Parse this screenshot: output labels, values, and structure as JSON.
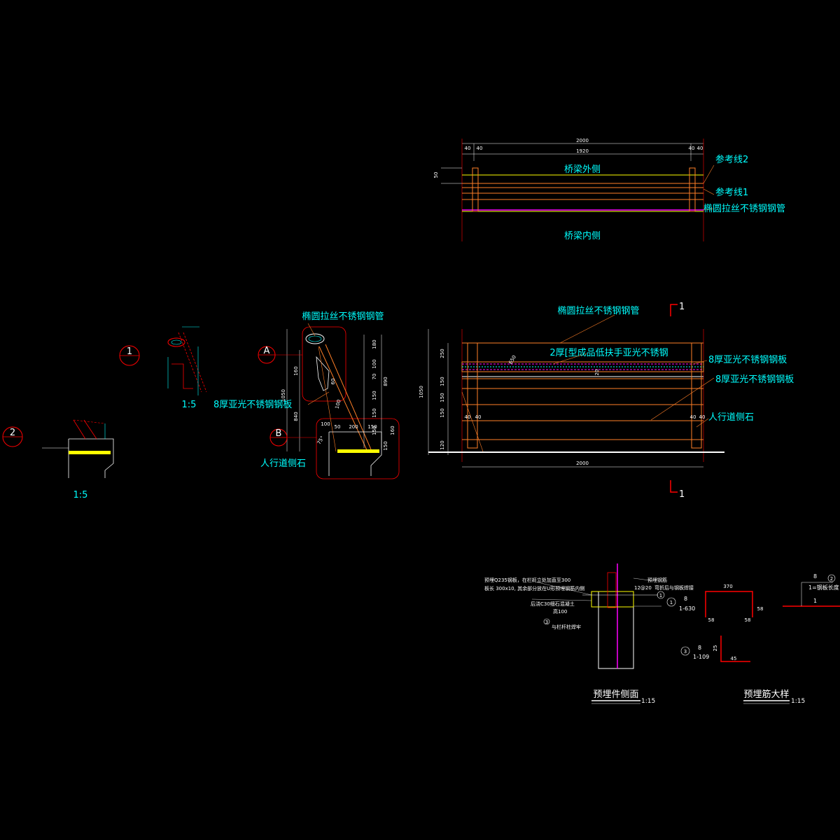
{
  "top_plan": {
    "dims": {
      "total": "2000",
      "inner": "1920",
      "left_a": "40",
      "left_b": "40",
      "right_a": "40",
      "right_b": "40",
      "side": "50"
    },
    "labels": {
      "outer": "桥梁外侧",
      "inner": "桥梁内侧",
      "ref2": "参考线2",
      "ref1": "参考线1",
      "pipe": "椭圆拉丝不锈钢钢管"
    }
  },
  "elevation": {
    "labels": {
      "pipe": "椭圆拉丝不锈钢钢管",
      "handrail": "2厚[型成品低扶手亚光不锈钢",
      "plate_top": "8厚亚光不锈钢钢板",
      "plate_mid": "8厚亚光不锈钢钢板",
      "curb": "人行道侧石",
      "section_mark": "1"
    },
    "dims_left": [
      "250",
      "150",
      "150",
      "150",
      "120"
    ],
    "dim_total_height": "1050",
    "dim_bottom": "2000",
    "dims_post": [
      "40",
      "40",
      "40",
      "40"
    ],
    "mid_label": "650",
    "handrail_val": "20"
  },
  "detail_section": {
    "labels": {
      "pipe": "椭圆拉丝不锈钢钢管",
      "plate": "8厚亚光不锈钢钢板",
      "curb": "人行道侧石"
    },
    "callouts": {
      "a": "A",
      "b": "B"
    },
    "dims_right": [
      "180",
      "100",
      "70",
      "150",
      "150",
      "150",
      "160"
    ],
    "dims_right_total": "890",
    "dims_left": [
      "160",
      "840",
      "1050"
    ],
    "dims_bottom": [
      "50",
      "200",
      "150",
      "150"
    ],
    "angle": "75°",
    "misc": [
      "60",
      "100",
      "100"
    ]
  },
  "detail1": {
    "callout": "1",
    "scale": "1:5"
  },
  "detail2": {
    "callout": "2",
    "scale": "1:5"
  },
  "embed_side": {
    "title": "预埋件侧面",
    "scale": "1:15",
    "notes": [
      "预埋Q235钢板，在栏杆立处加直至300",
      "板长 300x10, 其余部分放在U形预埋钢筋内侧",
      "后浇C30细石混凝土",
      "高100",
      "与栏杆柱焊牢"
    ],
    "right_notes": [
      "预埋钢筋",
      "12@20",
      "弯折后与钢板焊接"
    ],
    "markers": [
      "1",
      "3"
    ]
  },
  "rebar_detail": {
    "title": "预埋筋大样",
    "scale": "1:15",
    "bar1": {
      "marker": "1",
      "dia": "8",
      "len": "1-630",
      "top": "370",
      "left": "58",
      "right": "58",
      "side": "58"
    },
    "bar3": {
      "marker": "3",
      "dia": "8",
      "len": "1-109",
      "a": "25",
      "b": "45"
    },
    "bar2": {
      "marker": "2",
      "dia": "8",
      "len": "1=钢板长度",
      "val": "1"
    }
  },
  "colors": {
    "cyan": "#00ffff",
    "orange": "#ff7f27",
    "yellow": "#ffff00",
    "red": "#ff0000",
    "white": "#ffffff",
    "magenta": "#ff00ff"
  }
}
